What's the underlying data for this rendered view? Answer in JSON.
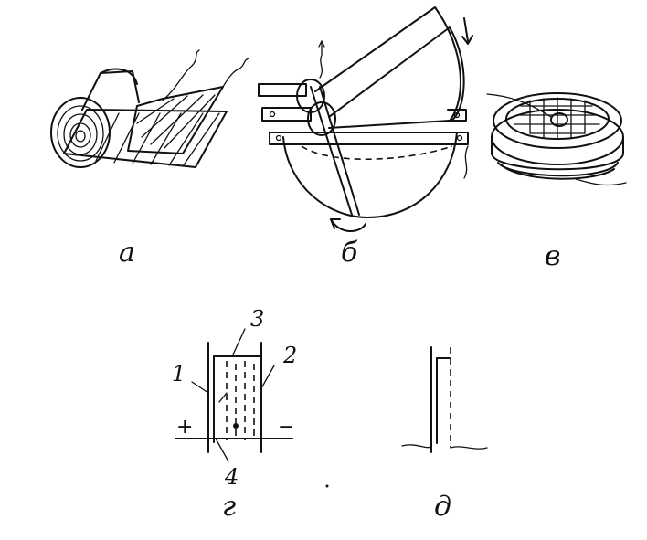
{
  "captions": {
    "a": "а",
    "b": "б",
    "v": "в",
    "g": "г",
    "d": "д"
  },
  "cell_labels": {
    "n1": "1",
    "n2": "2",
    "n3": "3",
    "n4": "4",
    "plus": "+",
    "minus": "−"
  }
}
